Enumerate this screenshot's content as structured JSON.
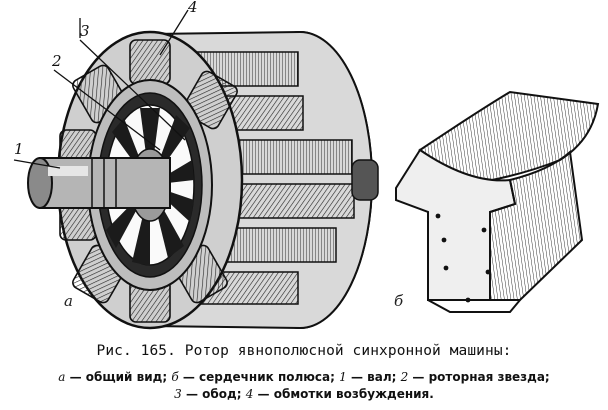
{
  "labels": {
    "n1": "1",
    "n2": "2",
    "n3": "3",
    "n4": "4",
    "a": "a",
    "b": "б"
  },
  "caption": {
    "title": "Рис. 165. Ротор явнополюсной синхронной машины:",
    "line1": [
      {
        "key": "а",
        "text": " — общий вид; "
      },
      {
        "key": "б",
        "text": " — сердечник полюса; "
      },
      {
        "key": "1",
        "text": " — вал; "
      },
      {
        "key": "2",
        "text": " — роторная звезда;"
      }
    ],
    "line2": [
      {
        "key": "3",
        "text": " — обод; "
      },
      {
        "key": "4",
        "text": " — обмотки возбуждения."
      }
    ]
  }
}
